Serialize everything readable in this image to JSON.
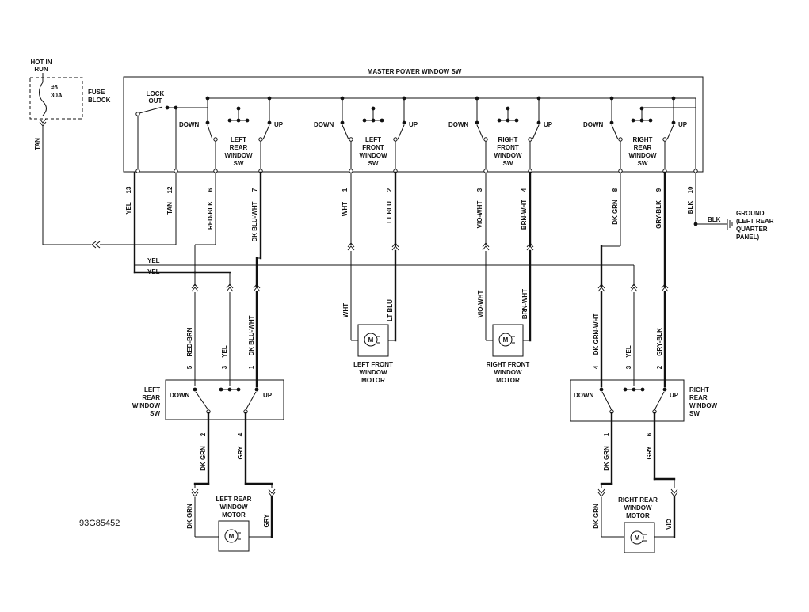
{
  "header": {
    "master_switch": "MASTER POWER WINDOW SW",
    "hot_in_run": [
      "HOT IN",
      "RUN"
    ],
    "fuse": [
      "#6",
      "30A"
    ],
    "fuse_block": [
      "FUSE",
      "BLOCK"
    ],
    "lock_out": [
      "LOCK",
      "OUT"
    ],
    "fig_id": "93G85452"
  },
  "common": {
    "down": "DOWN",
    "up": "UP",
    "motor_glyph": "M"
  },
  "master_switches": {
    "left_rear": [
      "LEFT",
      "REAR",
      "WINDOW",
      "SW"
    ],
    "left_front": [
      "LEFT",
      "FRONT",
      "WINDOW",
      "SW"
    ],
    "right_front": [
      "RIGHT",
      "FRONT",
      "WINDOW",
      "SW"
    ],
    "right_rear": [
      "RIGHT",
      "REAR",
      "WINDOW",
      "SW"
    ]
  },
  "ground": {
    "wire": "BLK",
    "label": [
      "GROUND",
      "(LEFT REAR",
      "QUARTER",
      "PANEL)"
    ]
  },
  "bus": {
    "tan": "TAN",
    "yel_upper": "YEL",
    "yel_lower": "YEL"
  },
  "master_wires": [
    {
      "pin": "13",
      "color": "YEL"
    },
    {
      "pin": "12",
      "color": "TAN"
    },
    {
      "pin": "6",
      "color": "RED-BLK"
    },
    {
      "pin": "7",
      "color": "DK BLU-WHT"
    },
    {
      "pin": "1",
      "color": "WHT"
    },
    {
      "pin": "2",
      "color": "LT BLU"
    },
    {
      "pin": "3",
      "color": "VIO-WHT"
    },
    {
      "pin": "4",
      "color": "BRN-WHT"
    },
    {
      "pin": "8",
      "color": "DK GRN"
    },
    {
      "pin": "9",
      "color": "GRY-BLK"
    },
    {
      "pin": "10",
      "color": "BLK"
    }
  ],
  "front_motors": {
    "left": {
      "label": [
        "LEFT FRONT",
        "WINDOW",
        "MOTOR"
      ],
      "wire_a": "WHT",
      "wire_b": "LT BLU"
    },
    "right": {
      "label": [
        "RIGHT FRONT",
        "WINDOW",
        "MOTOR"
      ],
      "wire_a": "VIO-WHT",
      "wire_b": "BRN-WHT"
    }
  },
  "left_rear_door": {
    "switch_label": [
      "LEFT",
      "REAR",
      "WINDOW",
      "SW"
    ],
    "in_wires": [
      {
        "pin": "5",
        "color": "RED-BRN"
      },
      {
        "pin": "3",
        "color": "YEL"
      },
      {
        "pin": "1",
        "color": "DK BLU-WHT"
      }
    ],
    "out_wires": [
      {
        "pin": "2",
        "color": "DK GRN"
      },
      {
        "pin": "4",
        "color": "GRY"
      }
    ],
    "motor_label": [
      "LEFT REAR",
      "WINDOW",
      "MOTOR"
    ],
    "motor_wire_a": "DK GRN",
    "motor_wire_b": "GRY"
  },
  "right_rear_door": {
    "switch_label": [
      "RIGHT",
      "REAR",
      "WINDOW",
      "SW"
    ],
    "in_wires": [
      {
        "pin": "4",
        "color": "DK GRN-WHT"
      },
      {
        "pin": "3",
        "color": "YEL"
      },
      {
        "pin": "2",
        "color": "GRY-BLK"
      }
    ],
    "out_wires": [
      {
        "pin": "1",
        "color": "DK GRN"
      },
      {
        "pin": "6",
        "color": "GRY"
      }
    ],
    "motor_label": [
      "RIGHT REAR",
      "WINDOW",
      "MOTOR"
    ],
    "motor_wire_a": "DK GRN",
    "motor_wire_b": "VIO"
  }
}
